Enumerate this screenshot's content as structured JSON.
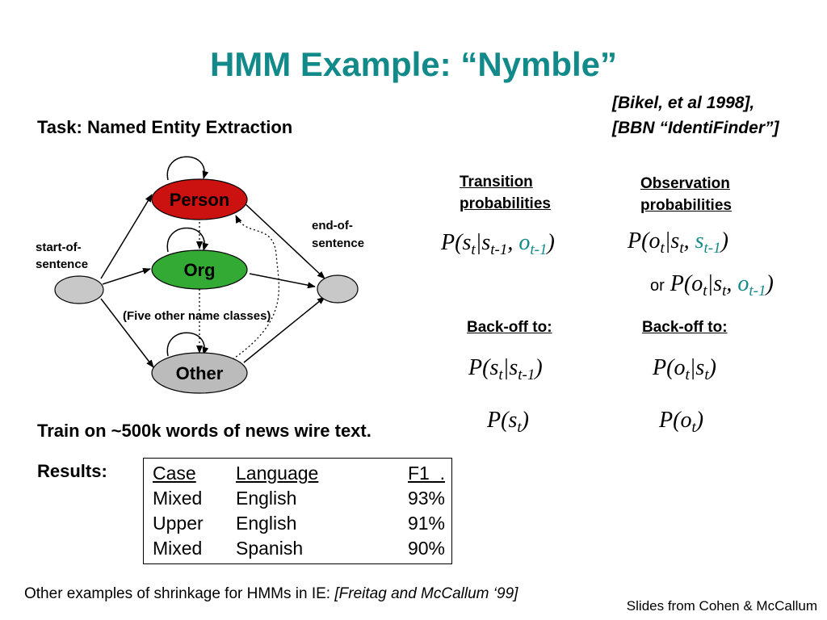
{
  "slide": {
    "title": "HMM Example: “Nymble”",
    "citation_line1": "[Bikel, et al 1998],",
    "citation_line2": "[BBN “IdentiFinder”]",
    "task": "Task: Named Entity Extraction"
  },
  "diagram": {
    "node_person": "Person",
    "node_org": "Org",
    "node_other": "Other",
    "start_label_line1": "start-of-",
    "start_label_line2": "sentence",
    "end_label_line1": "end-of-",
    "end_label_line2": "sentence",
    "five_other_label": "(Five other name classes)",
    "colors": {
      "person": "#cc1111",
      "org": "#33aa33",
      "other": "#bbbbbb",
      "endpoint": "#c8c8c8"
    }
  },
  "probabilities": {
    "transition_head_line1": "Transition",
    "transition_head_line2": "probabilities",
    "observation_head_line1": "Observation",
    "observation_head_line2": "probabilities",
    "or_label": "or",
    "backoff_left": "Back-off to:",
    "backoff_right": "Back-off to:",
    "sym": {
      "P": "P",
      "s": "s",
      "o": "o",
      "t": "t",
      "tm1": "t-1",
      "open": "(",
      "close": ")",
      "bar": "|",
      "comma": ",",
      "comma_space": ", "
    }
  },
  "training": {
    "train_text": "Train on ~500k words of news wire text.",
    "results_label": "Results:"
  },
  "results_table": {
    "headers": [
      "Case",
      "Language",
      "F1  ."
    ],
    "rows": [
      [
        "Mixed",
        "English",
        "93%"
      ],
      [
        "Upper",
        "English",
        "91%"
      ],
      [
        "Mixed",
        "Spanish",
        "90%"
      ]
    ]
  },
  "footer": {
    "text": "Other examples of shrinkage for HMMs in IE: ",
    "ref": "[Freitag and McCallum ‘99]",
    "credit": "Slides from Cohen & McCallum"
  }
}
